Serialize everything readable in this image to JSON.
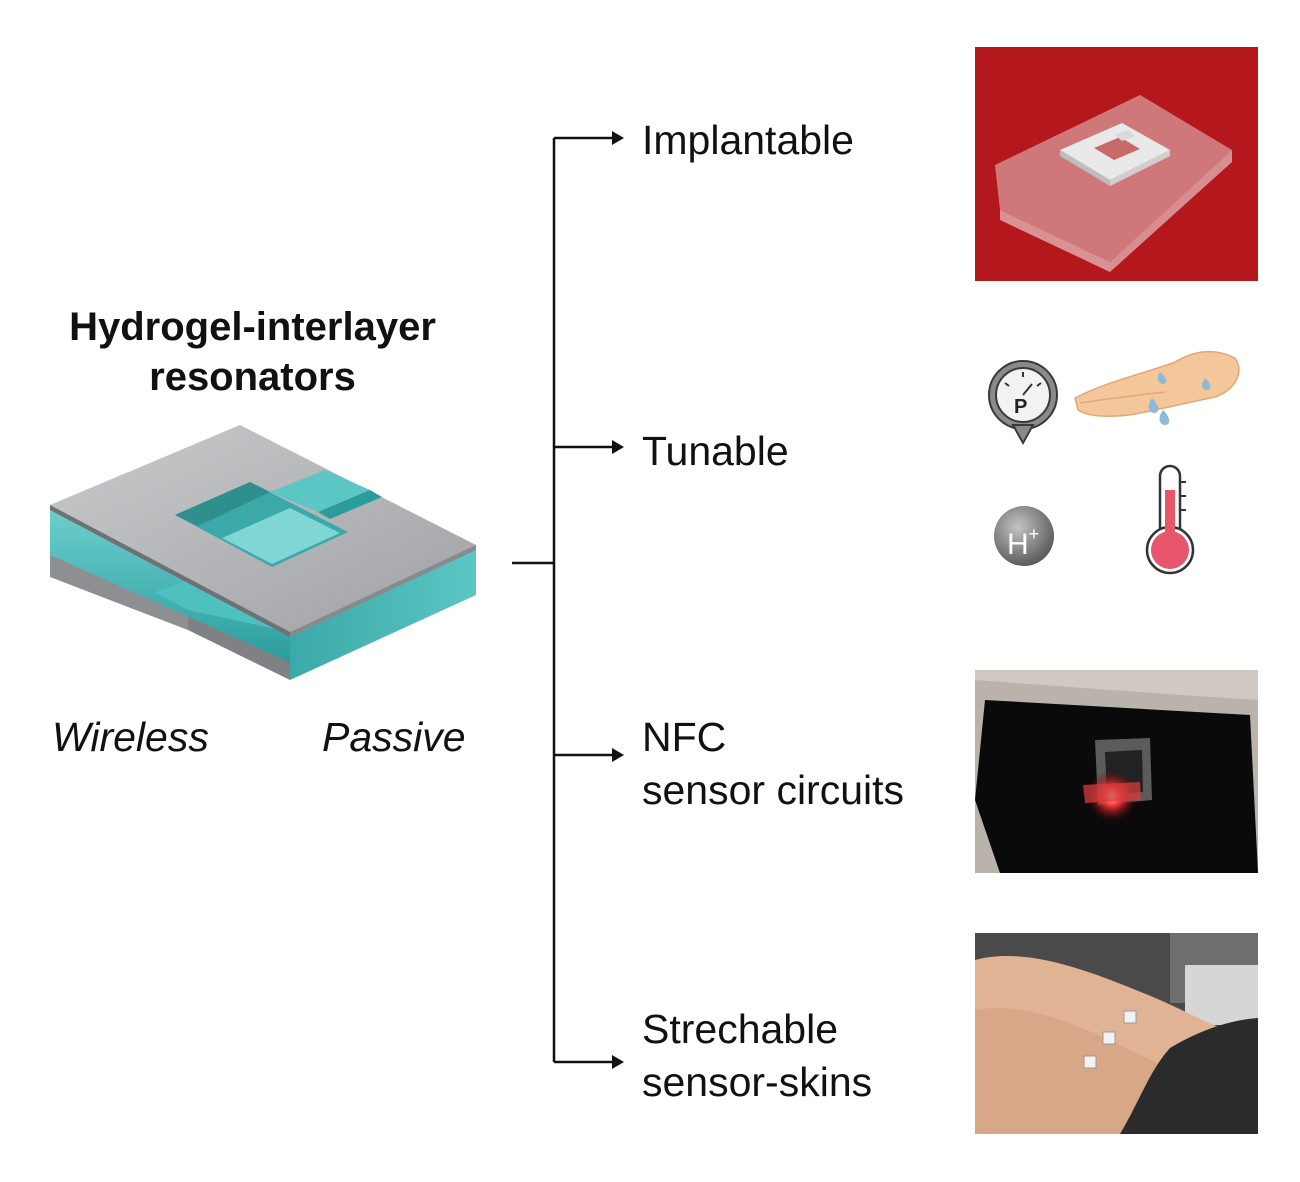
{
  "title": {
    "line1": "Hydrogel-interlayer",
    "line2": "resonators"
  },
  "properties": {
    "wireless": "Wireless",
    "passive": "Passive"
  },
  "branches": {
    "implantable": {
      "line1": "Implantable"
    },
    "tunable": {
      "line1": "Tunable"
    },
    "nfc": {
      "line1": "NFC",
      "line2": "sensor circuits"
    },
    "stretch": {
      "line1": "Strechable",
      "line2": "sensor-skins"
    }
  },
  "icons": {
    "pressure_letter": "P",
    "ph_letter": "H",
    "ph_sup": "+"
  },
  "colors": {
    "metal": "#a9abae",
    "hydrogel": "#3fb3b1",
    "thermo_red": "#e8566e",
    "photo_red": "#c11b1f"
  }
}
